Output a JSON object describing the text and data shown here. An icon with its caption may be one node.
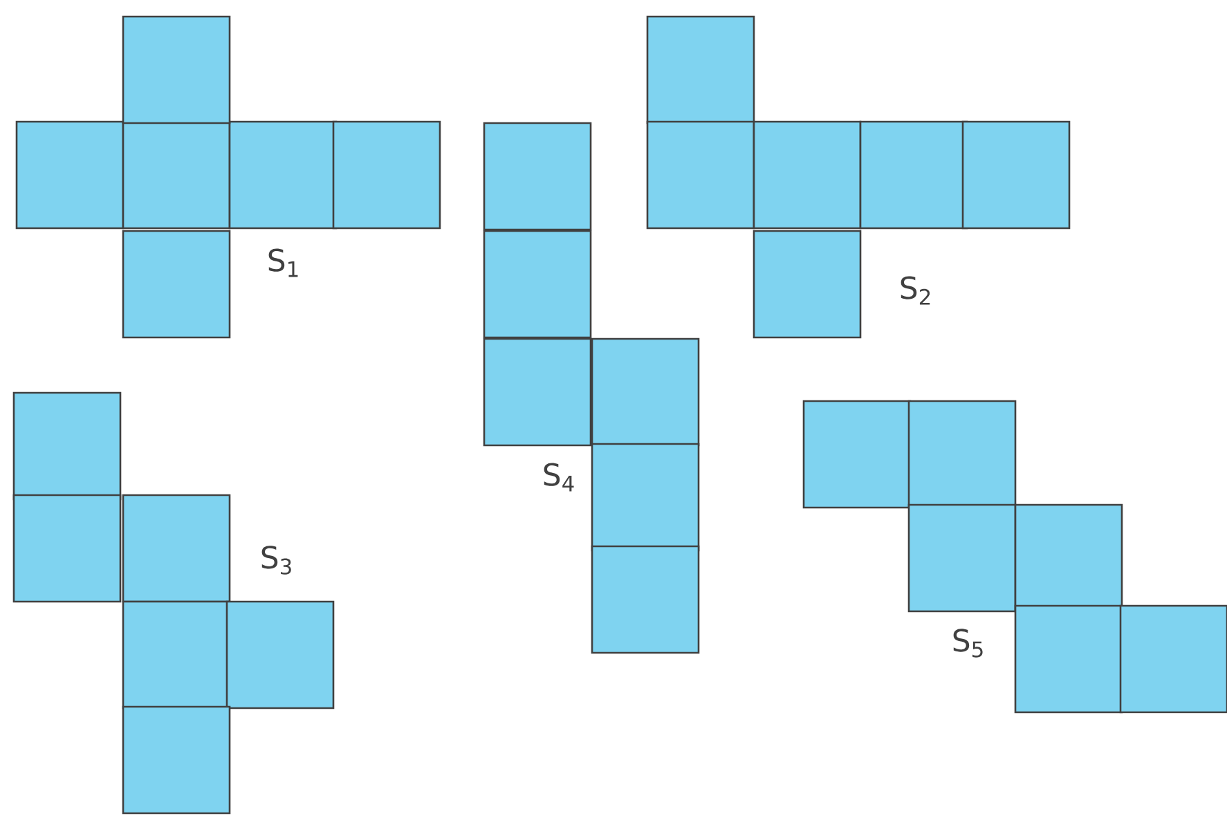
{
  "diagram": {
    "labels": [
      "S$_{1}$",
      "S$_{2}$",
      "S$_{4}$",
      "S$_{3}$",
      "S$_{5}$"
    ]
  }
}
